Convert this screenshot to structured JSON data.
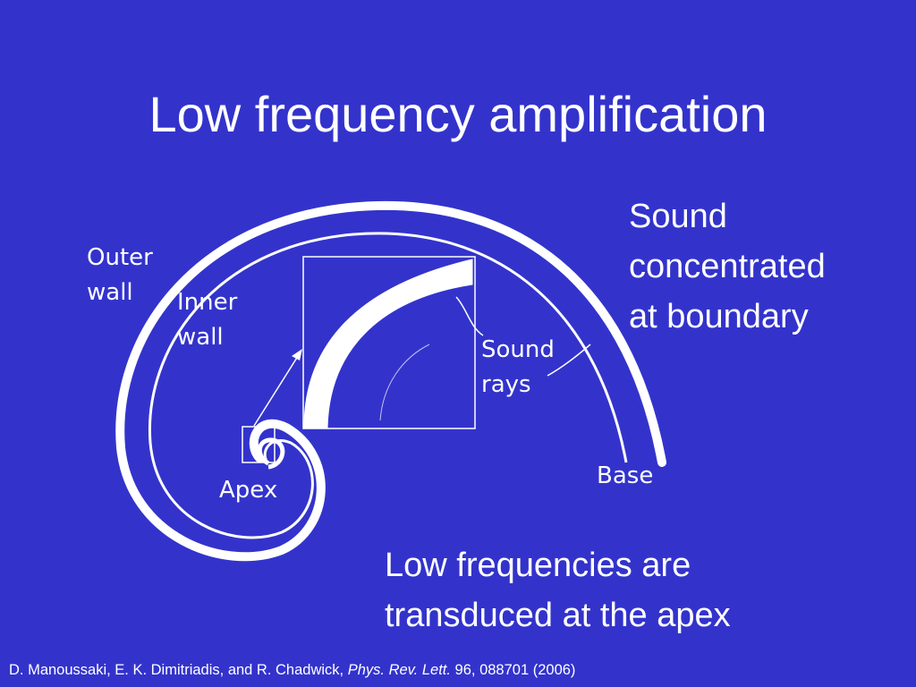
{
  "slide": {
    "title": "Low frequency amplification",
    "note_top": [
      "Sound",
      "concentrated",
      "at boundary"
    ],
    "note_bottom": [
      "Low frequencies are",
      "transduced at the apex"
    ]
  },
  "diagram": {
    "labels": {
      "outer_wall": [
        "Outer",
        "wall"
      ],
      "inner_wall": [
        "Inner",
        "wall"
      ],
      "sound_rays": [
        "Sound",
        "rays"
      ],
      "apex": "Apex",
      "base": "Base"
    },
    "colors": {
      "background": "#3333cc",
      "ink": "#ffffff"
    }
  },
  "citation": {
    "authors": "D. Manoussaki, E. K. Dimitriadis, and R. Chadwick, ",
    "journal": "Phys. Rev. Lett.",
    "details": " 96, 088701 (2006)"
  }
}
